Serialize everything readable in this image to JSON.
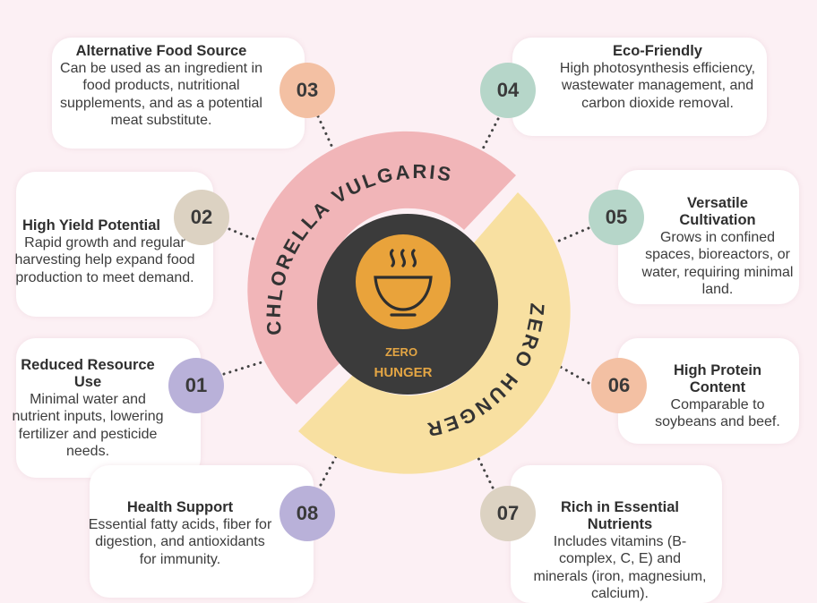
{
  "center": {
    "outer_text": "CHLORELLA VULGARIS",
    "inner_text": "ZERO HUNGER",
    "badge_line1": "ZERO",
    "badge_line2": "HUNGER"
  },
  "colors": {
    "pink_band": "#f1b5b8",
    "yellow_band": "#f8e0a1",
    "center_circle": "#3b3b3b",
    "bowl_circle": "#e9a33b",
    "badge_text": "#e3a544"
  },
  "items": [
    {
      "number": "01",
      "title": "Reduced Resource Use",
      "desc": "Minimal water and nutrient inputs, lowering fertilizer and pesticide needs.",
      "color": "#b9b1d9"
    },
    {
      "number": "02",
      "title": "High Yield Potential",
      "desc": "Rapid growth and regular harvesting help expand food production to meet demand.",
      "color": "#dcd2c2"
    },
    {
      "number": "03",
      "title": "Alternative Food Source",
      "desc": "Can be used as an ingredient in food products, nutritional supplements, and as a potential meat substitute.",
      "color": "#f3c0a3"
    },
    {
      "number": "04",
      "title": "Eco-Friendly",
      "desc": "High photosynthesis efficiency, wastewater management, and carbon dioxide removal.",
      "color": "#b6d6c9"
    },
    {
      "number": "05",
      "title": "Versatile Cultivation",
      "desc": "Grows in confined spaces, bioreactors, or water, requiring minimal land.",
      "color": "#b6d6c9"
    },
    {
      "number": "06",
      "title": "High Protein Content",
      "desc": "Comparable to soybeans and beef.",
      "color": "#f3c0a3"
    },
    {
      "number": "07",
      "title": "Rich in Essential Nutrients",
      "desc": "Includes vitamins (B-complex, C, E) and minerals (iron, magnesium, calcium).",
      "color": "#dcd2c2"
    },
    {
      "number": "08",
      "title": "Health Support",
      "desc": "Essential fatty acids, fiber for digestion, and antioxidants for immunity.",
      "color": "#b9b1d9"
    }
  ]
}
